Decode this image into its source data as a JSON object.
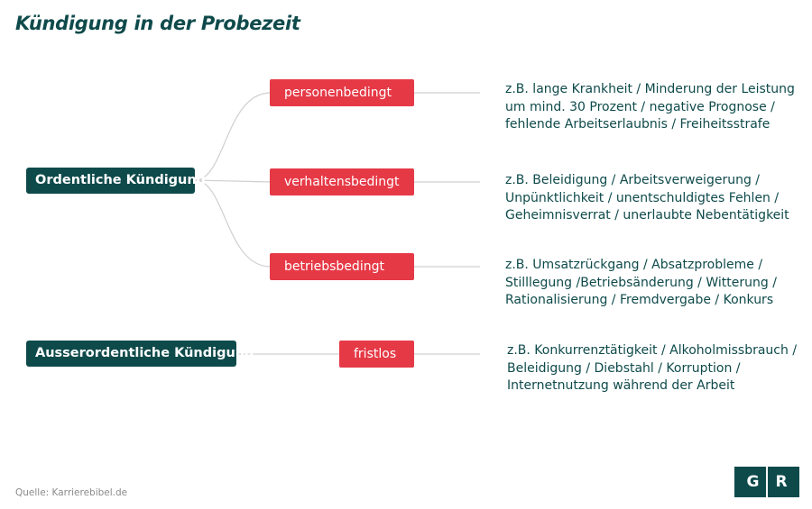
{
  "title": "Kündigung in der Probezeit",
  "ordentlich": {
    "label": "Ordentliche Kündigung",
    "branches": [
      {
        "label": "personenbedingt",
        "examples": [
          "z.B. lange Krankheit / Minderung der Leistung",
          "um mind. 30 Prozent / negative Prognose /",
          "fehlende Arbeitserlaubnis / Freiheitsstrafe"
        ]
      },
      {
        "label": "verhaltensbedingt",
        "examples": [
          "z.B. Beleidigung / Arbeitsverweigerung /",
          "Unpünktlichkeit / unentschuldigtes Fehlen /",
          "Geheimnisverrat / unerlaubte Nebentätigkeit"
        ]
      },
      {
        "label": "betriebsbedingt",
        "examples": [
          "z.B. Umsatzrückgang / Absatzprobleme /",
          "Stilllegung /Betriebsänderung / Witterung /",
          "Rationalisierung / Fremdvergabe / Konkurs"
        ]
      }
    ]
  },
  "ausserordentlich": {
    "label": "Ausserordentliche Kündigung",
    "branch": {
      "label": "fristlos",
      "examples": [
        "z.B. Konkurrenztätigkeit / Alkoholmissbrauch /",
        "Beleidigung / Diebstahl / Korruption /",
        "Internetnutzung während der Arbeit"
      ]
    }
  },
  "source": "Quelle: Karrierebibel.de",
  "logo": {
    "left": "G",
    "right": "R"
  },
  "colors": {
    "dark": "#0f4a4b",
    "accent": "#e63946",
    "connector": "#d0d0d0"
  }
}
